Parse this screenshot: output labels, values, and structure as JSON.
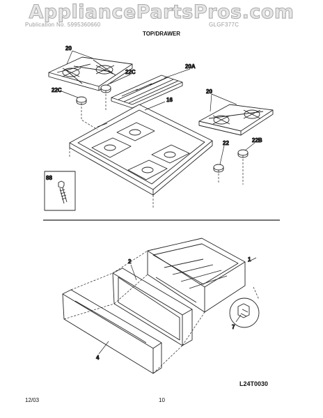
{
  "watermark": "AppliancePartsPros.com",
  "header": {
    "publication": "Publication No. 5995360660",
    "model": "GLGF377C"
  },
  "title": "TOP/DRAWER",
  "callouts": {
    "grates_left": "20",
    "grate_center": "20A",
    "grates_right": "20",
    "cooktop": "16",
    "foot_22c_upper": "22C",
    "foot_22c_lower": "22C",
    "foot_22": "22",
    "foot_22b": "22B",
    "screw": "88",
    "drawer_body": "1",
    "drawer_liner": "2",
    "drawer_front": "4",
    "drawer_clip": "7"
  },
  "diagram_code": "L24T0030",
  "footer": {
    "date": "12/03",
    "page": "10"
  }
}
